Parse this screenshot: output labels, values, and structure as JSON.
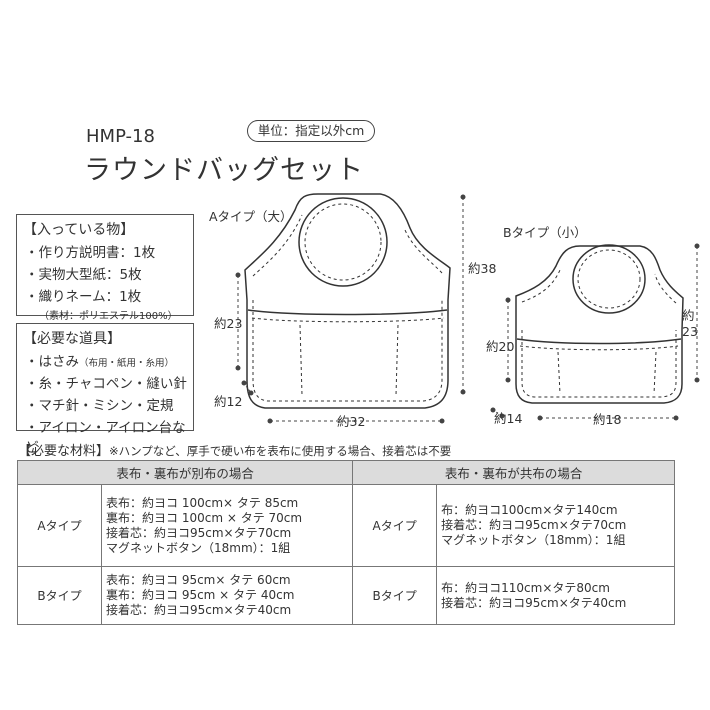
{
  "header": {
    "code": "HMP-18",
    "title": "ラウンドバッグセット",
    "unit_note": "単位：指定以外cm"
  },
  "contents": {
    "heading": "【入っている物】",
    "items": [
      "・作り方説明書：1枚",
      "・実物大型紙：5枚",
      "・織りネーム：1枚"
    ],
    "note": "（素材：ポリエステル100%）"
  },
  "tools": {
    "heading": "【必要な道具】",
    "items": [
      {
        "main": "・はさみ",
        "sub": "（布用・紙用・糸用）"
      },
      {
        "main": "・糸・チャコペン・縫い針",
        "sub": ""
      },
      {
        "main": "・マチ針・ミシン・定規",
        "sub": ""
      },
      {
        "main": "・アイロン・アイロン台など",
        "sub": ""
      }
    ]
  },
  "diagram_a": {
    "label": "Aタイプ（大）",
    "height": "約38",
    "body_height": "約23",
    "gusset": "約12",
    "width": "約32"
  },
  "diagram_b": {
    "label": "Bタイプ（小）",
    "height": "約23",
    "body_height": "約20",
    "gusset": "約14",
    "width": "約18"
  },
  "materials": {
    "heading": "【必要な材料】",
    "note": "※ハンプなど、厚手で硬い布を表布に使用する場合、接着芯は不要",
    "col_separate": "表布・裏布が別布の場合",
    "col_shared": "表布・裏布が共布の場合",
    "rows": [
      {
        "type": "Aタイプ",
        "separate": [
          "表布：約ヨコ 100cm× タテ 85cm",
          "裏布：約ヨコ 100cm × タテ 70cm",
          "接着芯：約ヨコ95cm×タテ70cm",
          "マグネットボタン（18mm）：1組"
        ],
        "shared": [
          "布：約ヨコ100cm×タテ140cm",
          "接着芯：約ヨコ95cm×タテ70cm",
          "マグネットボタン（18mm）：1組"
        ]
      },
      {
        "type": "Bタイプ",
        "separate": [
          "表布：約ヨコ 95cm× タテ 60cm",
          "裏布：約ヨコ 95cm × タテ 40cm",
          "接着芯：約ヨコ95cm×タテ40cm"
        ],
        "shared": [
          "布：約ヨコ110cm×タテ80cm",
          "接着芯：約ヨコ95cm×タテ40cm"
        ]
      }
    ]
  }
}
